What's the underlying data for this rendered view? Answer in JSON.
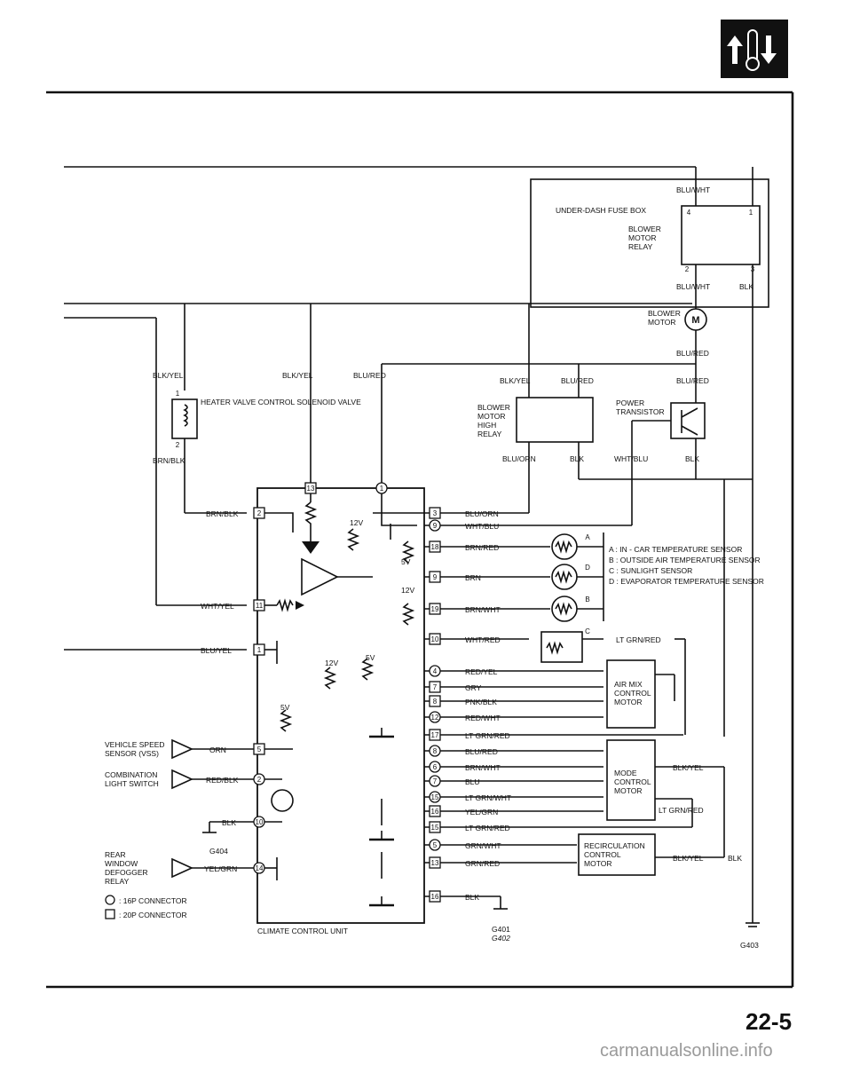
{
  "page_number": "22-5",
  "watermark": "carmanualsonline.info",
  "fuse_box": "UNDER-DASH FUSE BOX",
  "components": {
    "blower_motor_relay": "BLOWER MOTOR RELAY",
    "blower_motor": "BLOWER MOTOR",
    "heater_valve": "HEATER VALVE CONTROL SOLENOID VALVE",
    "blower_motor_high_relay": "BLOWER MOTOR HIGH RELAY",
    "power_transistor": "POWER TRANSISTOR",
    "air_mix_motor": "AIR MIX CONTROL MOTOR",
    "mode_motor": "MODE CONTROL MOTOR",
    "recirculation_motor": "RECIRCULATION CONTROL MOTOR",
    "climate_control_unit": "CLIMATE CONTROL UNIT",
    "vss": "VEHICLE SPEED SENSOR (VSS)",
    "combination_switch": "COMBINATION LIGHT SWITCH",
    "rear_defogger": "REAR WINDOW DEFOGGER RELAY"
  },
  "sensor_legend": [
    "A : IN - CAR TEMPERATURE SENSOR",
    "B : OUTSIDE AIR TEMPERATURE SENSOR",
    "C : SUNLIGHT SENSOR",
    "D : EVAPORATOR TEMPERATURE SENSOR"
  ],
  "connector_legend": [
    ": 16P CONNECTOR",
    ": 20P CONNECTOR"
  ],
  "wires": {
    "blu_wht": "BLU/WHT",
    "blk": "BLK",
    "blu_red": "BLU/RED",
    "blk_yel": "BLK/YEL",
    "brn_blk": "BRN/BLK",
    "blu_orn": "BLU/ORN",
    "wht_blu": "WHT/BLU",
    "brn_red": "BRN/RED",
    "brn": "BRN",
    "brn_wht": "BRN/WHT",
    "wht_red": "WHT/RED",
    "wht_yel": "WHT/YEL",
    "blu_yel": "BLU/YEL",
    "red_yel": "RED/YEL",
    "gry": "GRY",
    "pnk_blk": "PNK/BLK",
    "red_wht": "RED/WHT",
    "lt_grn_red": "LT GRN/RED",
    "blu": "BLU",
    "lt_grn_wht": "LT GRN/WHT",
    "yel_grn": "YEL/GRN",
    "grn_wht": "GRN/WHT",
    "grn_red": "GRN/RED",
    "orn": "ORN",
    "red_blk": "RED/BLK"
  },
  "grounds": {
    "g401": "G401",
    "g402": "G402",
    "g403": "G403",
    "g404": "G404"
  },
  "voltages": {
    "v12": "12V",
    "v5": "5V"
  },
  "pins": [
    "1",
    "2",
    "3",
    "4",
    "5",
    "6",
    "7",
    "8",
    "9",
    "10",
    "11",
    "12",
    "13",
    "14",
    "15",
    "16",
    "17",
    "18",
    "19"
  ],
  "sensor_letters": [
    "A",
    "B",
    "C",
    "D"
  ]
}
